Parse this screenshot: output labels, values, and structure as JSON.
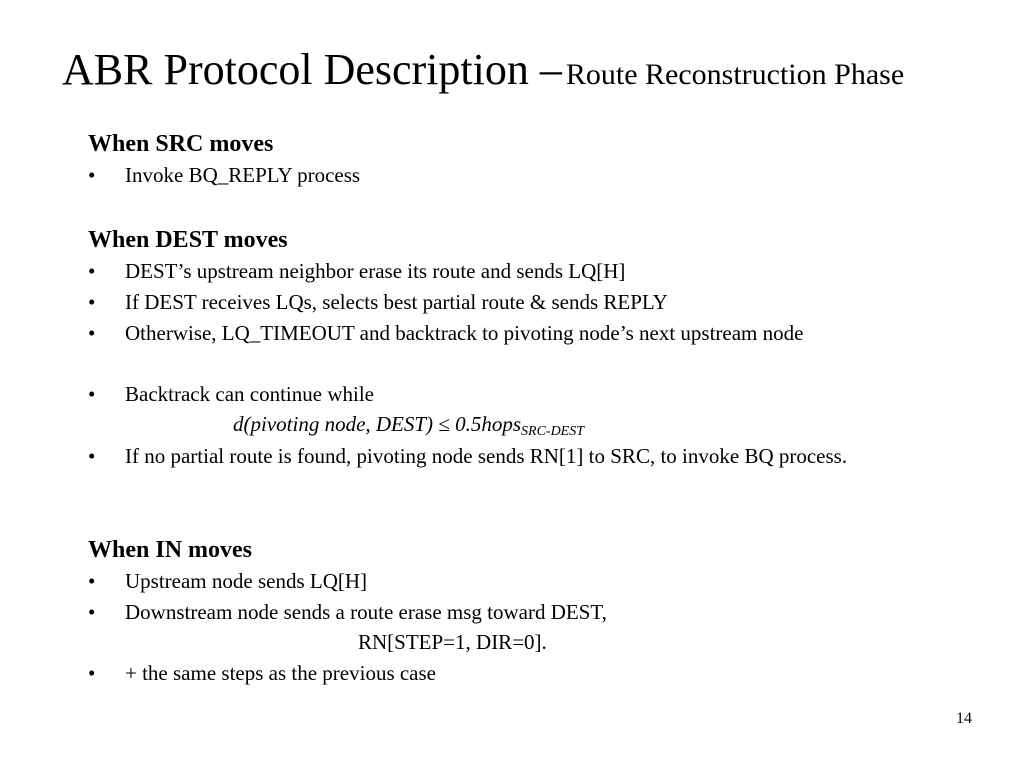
{
  "title": {
    "main": "ABR Protocol Description –",
    "sub": "Route Reconstruction Phase"
  },
  "sections": {
    "src": {
      "heading": "When SRC moves",
      "bullets": [
        "Invoke BQ_REPLY process"
      ]
    },
    "dest": {
      "heading": "When DEST moves",
      "bullets": [
        "DEST’s upstream neighbor erase its route and sends LQ[H]",
        "If DEST receives LQs, selects best partial route & sends REPLY",
        "Otherwise, LQ_TIMEOUT and backtrack to pivoting node’s next upstream node",
        "Backtrack can continue while",
        "If no partial route is found, pivoting node sends RN[1] to SRC, to invoke BQ process."
      ],
      "formula": {
        "main": "d(pivoting node, DEST) ≤ 0.5hops",
        "subscript": "SRC-DEST"
      }
    },
    "in": {
      "heading": "When IN moves",
      "bullets": [
        "Upstream node sends LQ[H]",
        "Downstream node sends a route erase msg toward DEST,",
        "+ the same steps as the previous case"
      ],
      "continuation": "RN[STEP=1, DIR=0]."
    }
  },
  "bullet_symbol": "•",
  "page_number": "14"
}
